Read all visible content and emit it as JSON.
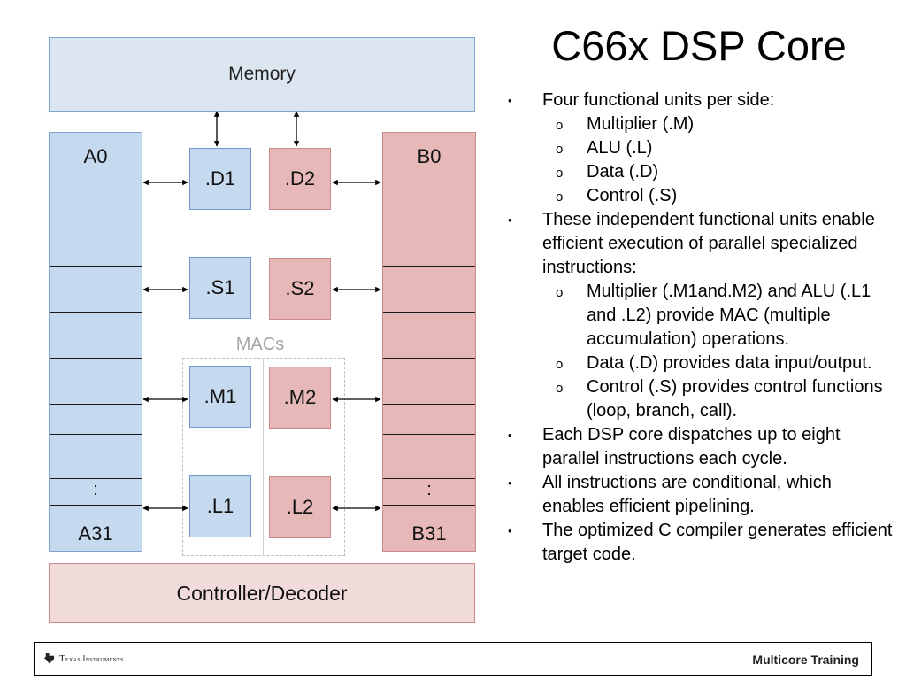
{
  "diagram": {
    "memory_label": "Memory",
    "reg_a": {
      "top_label": "A0",
      "dots_label": ":",
      "bottom_label": "A31"
    },
    "reg_b": {
      "top_label": "B0",
      "dots_label": ":",
      "bottom_label": "B31"
    },
    "units": {
      "d1": ".D1",
      "d2": ".D2",
      "s1": ".S1",
      "s2": ".S2",
      "m1": ".M1",
      "m2": ".M2",
      "l1": ".L1",
      "l2": ".L2"
    },
    "macs_label": "MACs",
    "controller_label": "Controller/Decoder",
    "colors": {
      "side_a": "#c5d9ef",
      "side_b": "#e6b9b8",
      "memory": "#dce6f1",
      "controller": "#f2dcdb"
    }
  },
  "slide": {
    "title": "C66x DSP Core",
    "bullets": [
      "Four functional units per side:",
      "Multiplier (.M)",
      "ALU (.L)",
      "Data (.D)",
      "Control (.S)",
      "These independent functional units enable efficient execution of parallel specialized instructions:",
      "Multiplier (.M1and.M2) and ALU (.L1 and .L2) provide MAC (multiple accumulation) operations.",
      "Data (.D) provides data input/output.",
      "Control (.S) provides control functions (loop, branch, call).",
      "Each DSP core dispatches up to eight parallel instructions each cycle.",
      "All instructions are conditional, which enables efficient pipelining.",
      "The optimized C compiler generates efficient target code."
    ]
  },
  "footer": {
    "company": "Texas Instruments",
    "logo_icon": "texas-state-icon",
    "right_label": "Multicore Training"
  }
}
